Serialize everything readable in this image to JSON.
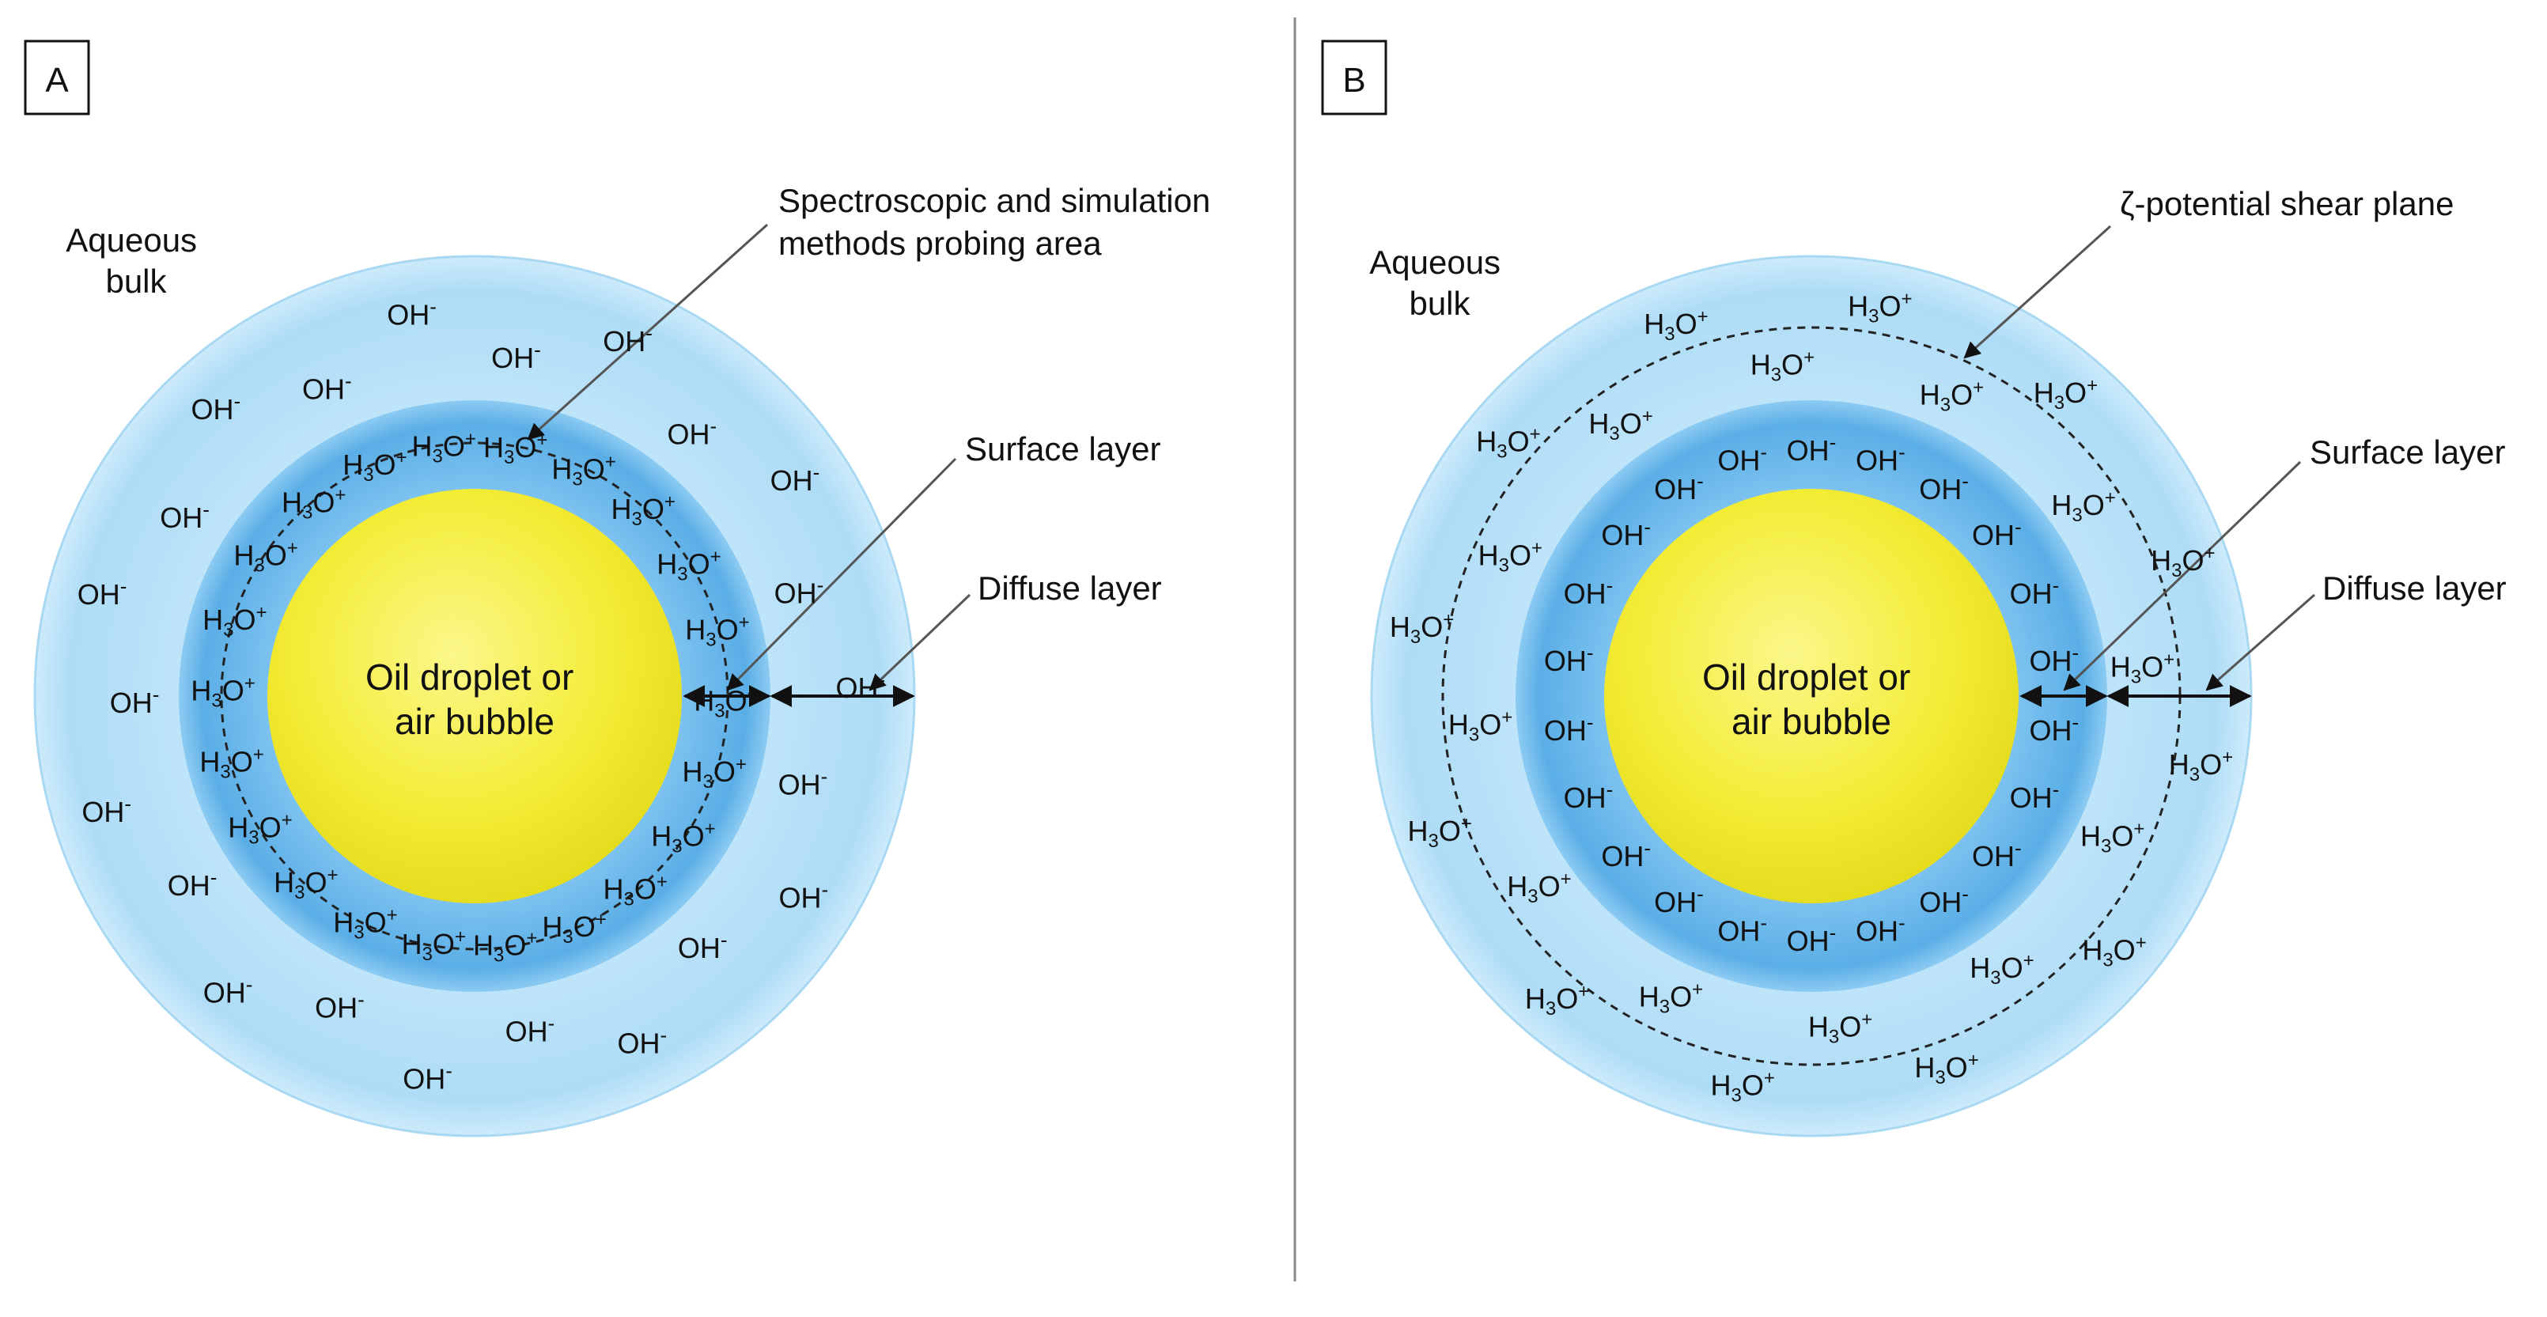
{
  "panels": [
    {
      "letter": "A",
      "bulk_label": [
        "Aqueous",
        "bulk"
      ],
      "core_label": [
        "Oil droplet or",
        "air bubble"
      ],
      "surface_label": "Surface layer",
      "diffuse_label": "Diffuse layer",
      "top_annotation": [
        "Spectroscopic and simulation",
        "methods probing area"
      ],
      "inner_ion": "H3O+",
      "outer_ion": "OH-"
    },
    {
      "letter": "B",
      "bulk_label": [
        "Aqueous",
        "bulk"
      ],
      "core_label": [
        "Oil droplet or",
        "air bubble"
      ],
      "surface_label": "Surface layer",
      "diffuse_label": "Diffuse layer",
      "top_annotation": [
        "ζ-potential shear plane"
      ],
      "inner_ion": "OH-",
      "outer_ion": "H3O+"
    }
  ],
  "colors": {
    "core": "#f4ee3a",
    "surface_layer": "#6fb9ec",
    "diffuse_layer": "#b8e2f8",
    "divider": "#8a8a8a"
  }
}
